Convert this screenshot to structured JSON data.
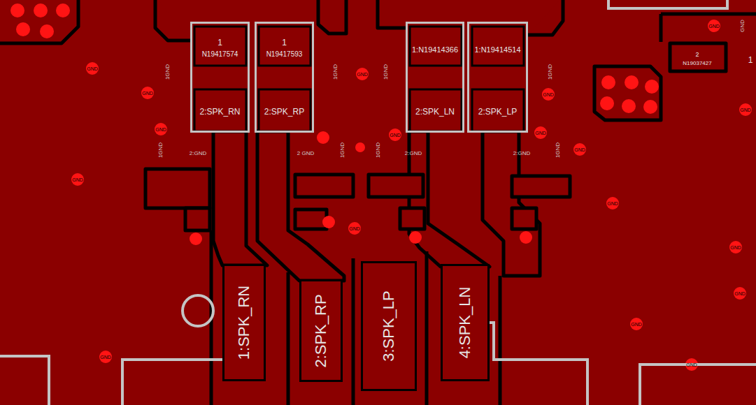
{
  "diagram": {
    "nodes": [
      {
        "text": [
          "1",
          "N19417574",
          "2:SPK_RN"
        ]
      },
      {
        "text": [
          "1",
          "N19417593",
          "2:SPK_RP"
        ]
      },
      {
        "text": [
          "1:N19414366",
          "2:SPK_LN"
        ]
      },
      {
        "text": [
          "1:N19414514",
          "2:SPK_LP"
        ]
      },
      {
        "text": [
          "1:SPK_RN"
        ]
      },
      {
        "text": [
          "2:SPK_RP"
        ]
      },
      {
        "text": [
          "3:SPK_LP"
        ]
      },
      {
        "text": [
          "4:SPK_LN"
        ]
      }
    ],
    "labels": [
      "GND",
      "GND",
      "GND",
      "GND",
      "GND",
      "GND",
      "GND",
      "GND",
      "GND",
      "GND",
      "GND",
      "GND",
      "GND",
      "GND",
      "GND",
      "GND",
      "GND",
      "GND",
      "GND",
      "1GND",
      "1GND",
      "1GND",
      "1GND",
      "1GND",
      "1GND",
      "1GND",
      "1GND",
      "2:GND",
      "2 GND",
      "2:GND",
      "2:GND",
      "2",
      "N19037427",
      "1"
    ]
  }
}
